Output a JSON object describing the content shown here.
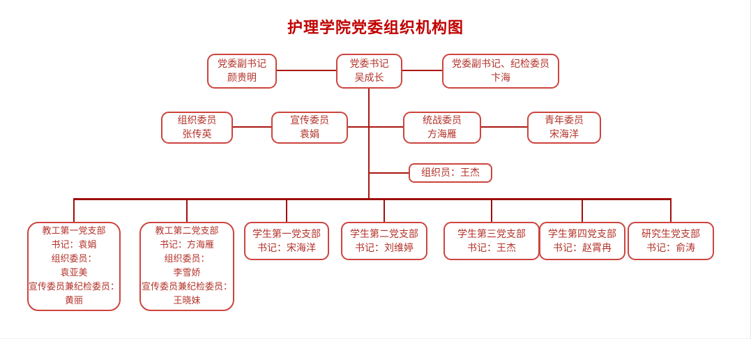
{
  "title": "护理学院党委组织机构图",
  "colors": {
    "title": "#c00000",
    "node_border": "#cd443e",
    "node_text": "#b23229",
    "connector": "#a91712"
  },
  "org": {
    "secretary": {
      "role": "党委书记",
      "name": "吴成长"
    },
    "deputy_left": {
      "role": "党委副书记",
      "name": "颜贵明"
    },
    "deputy_right": {
      "role": "党委副书记、纪检委员",
      "name": "卞海"
    },
    "committee": [
      {
        "role": "组织委员",
        "name": "张传英"
      },
      {
        "role": "宣传委员",
        "name": "袁娟"
      },
      {
        "role": "统战委员",
        "name": "方海雁"
      },
      {
        "role": "青年委员",
        "name": "宋海洋"
      }
    ],
    "organizer": {
      "label": "组织员：王杰"
    },
    "branches": [
      {
        "lines": [
          "教工第一党支部",
          "书记：袁娟",
          "组织委员：",
          "袁亚美",
          "宣传委员兼纪检委员：",
          "黄丽"
        ]
      },
      {
        "lines": [
          "教工第二党支部",
          "书记：方海雁",
          "组织委员：",
          "李雪娇",
          "宣传委员兼纪检委员：",
          "王晓妹"
        ]
      },
      {
        "lines": [
          "学生第一党支部",
          "书记：宋海洋"
        ]
      },
      {
        "lines": [
          "学生第二党支部",
          "书记：刘维婷"
        ]
      },
      {
        "lines": [
          "学生第三党支部",
          "书记：王杰"
        ]
      },
      {
        "lines": [
          "学生第四党支部",
          "书记：赵霄冉"
        ]
      },
      {
        "lines": [
          "研究生党支部",
          "书记：俞涛"
        ]
      }
    ]
  }
}
